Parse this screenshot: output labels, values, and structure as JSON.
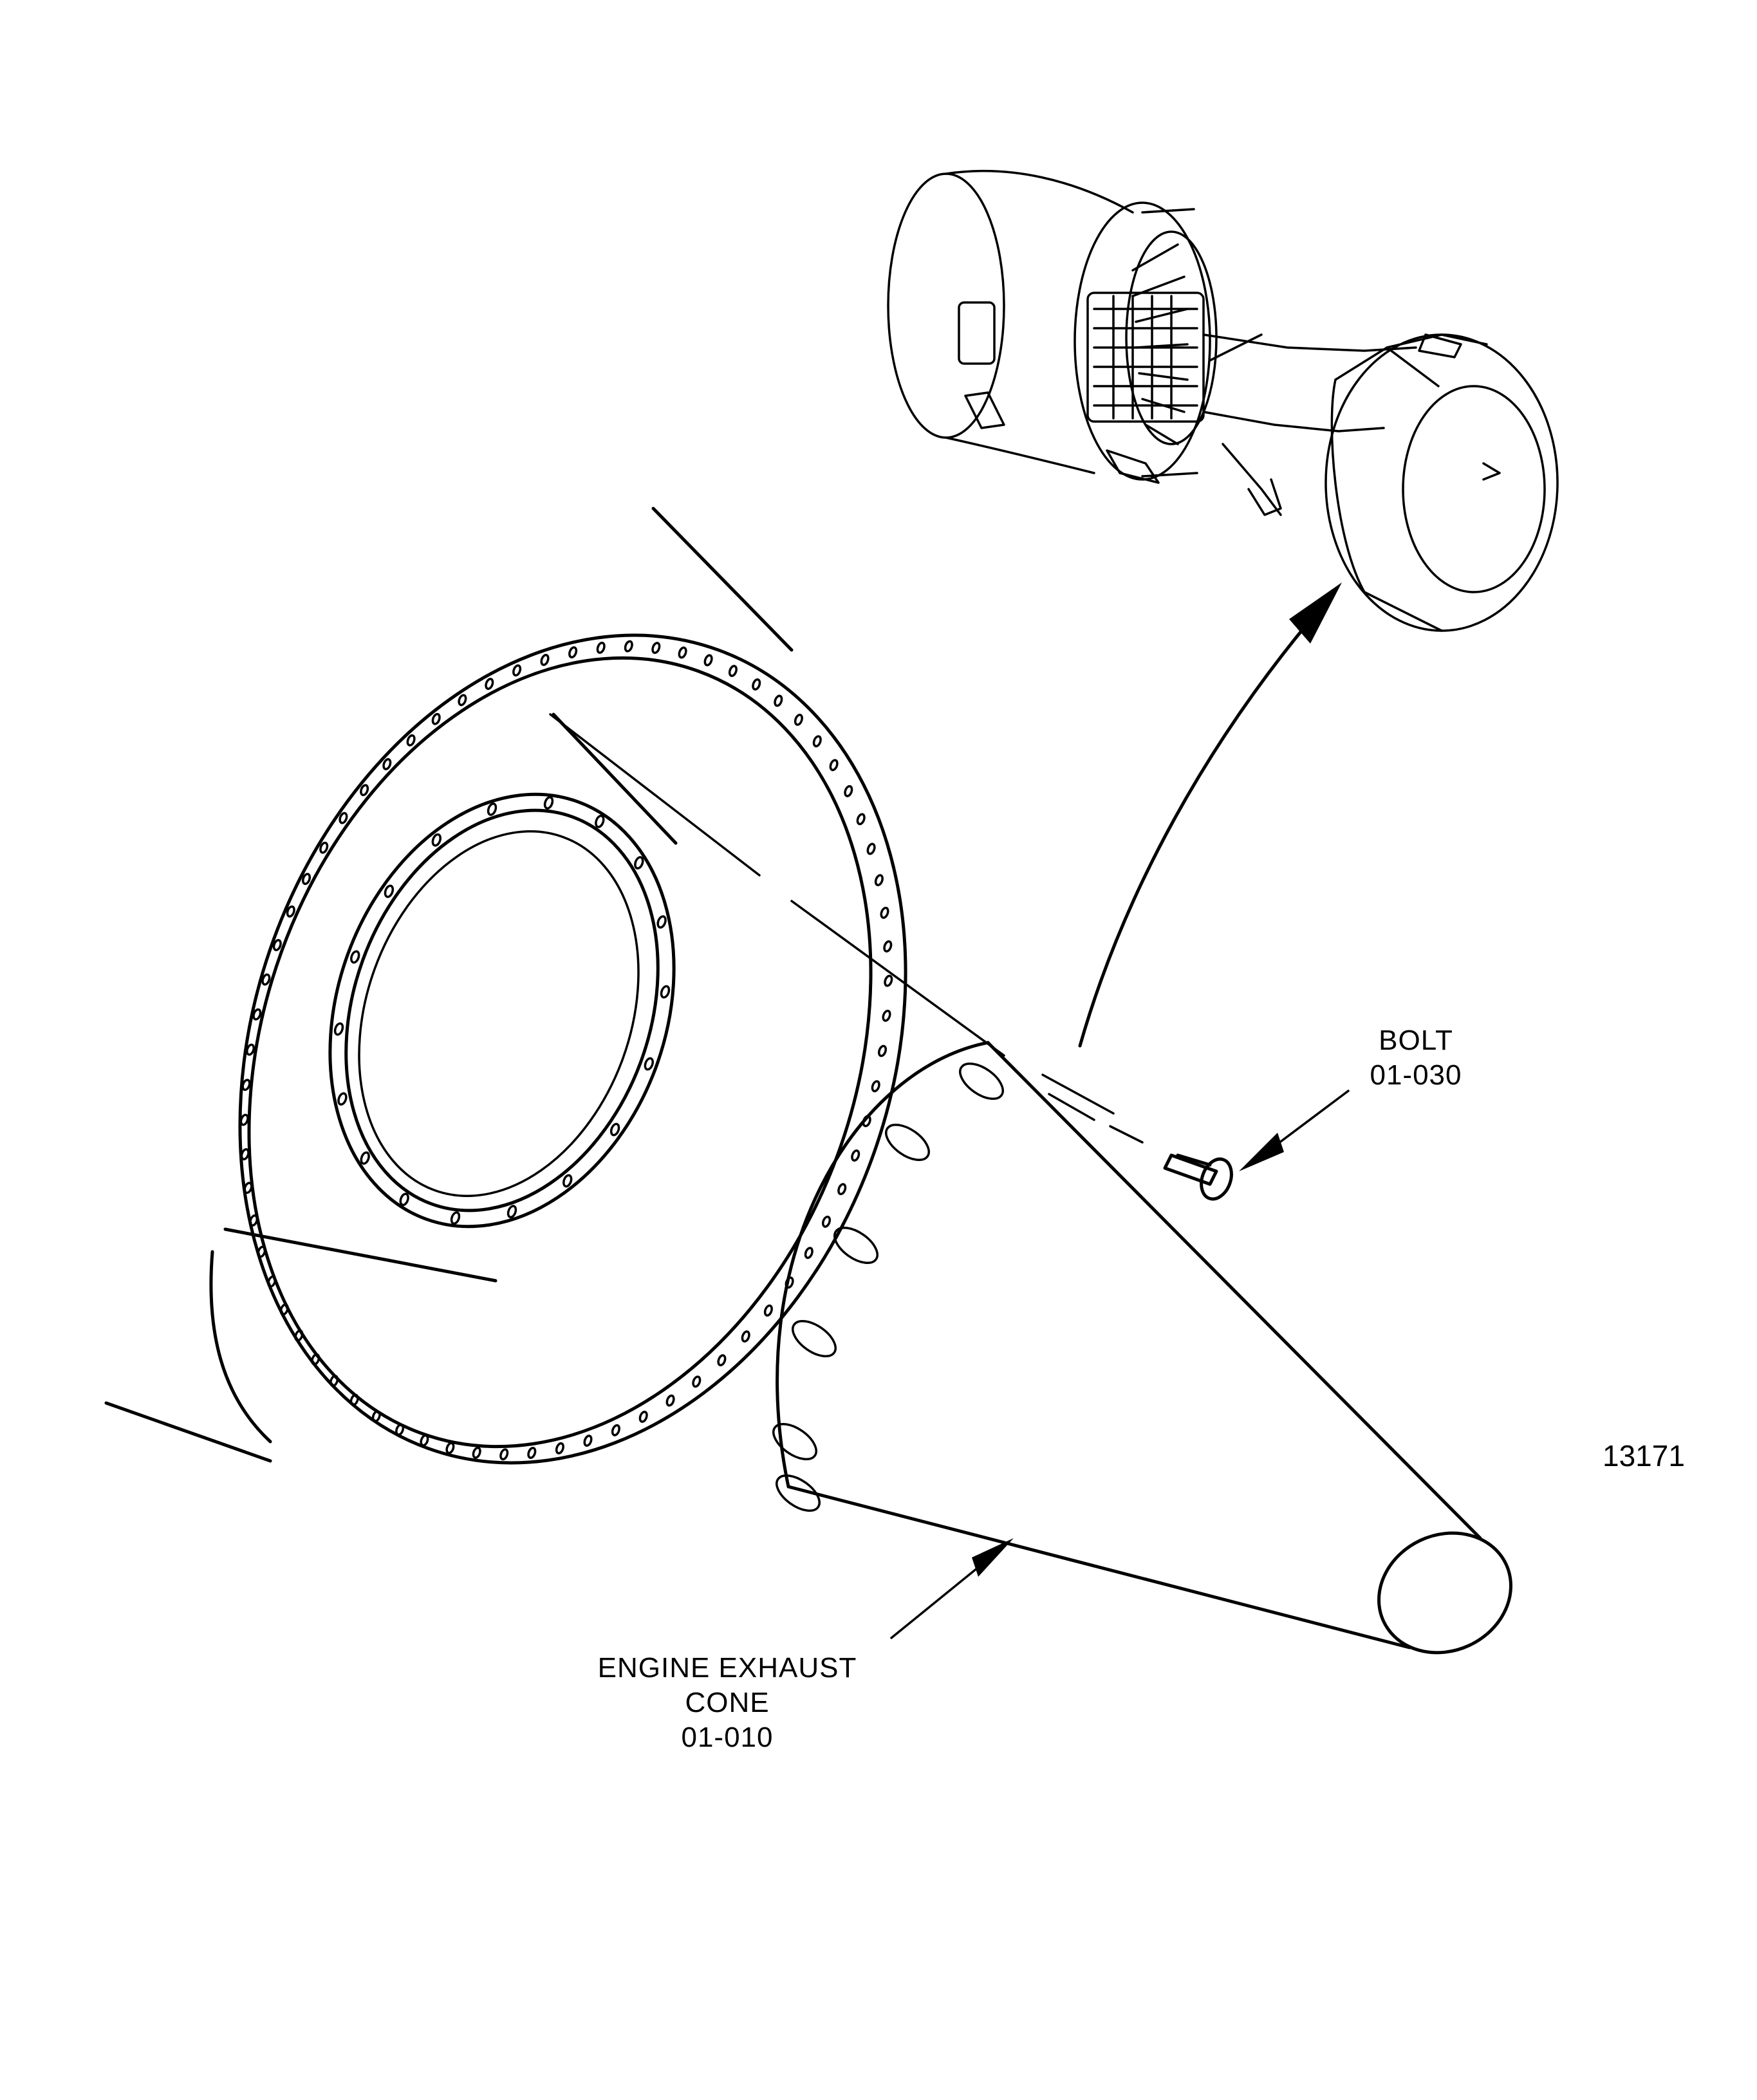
{
  "labels": {
    "bolt": {
      "name": "BOLT",
      "part_number": "01-030"
    },
    "exhaust_cone": {
      "name_line1": "ENGINE EXHAUST",
      "name_line2": "CONE",
      "part_number": "01-010"
    }
  },
  "figure_number": "13171"
}
